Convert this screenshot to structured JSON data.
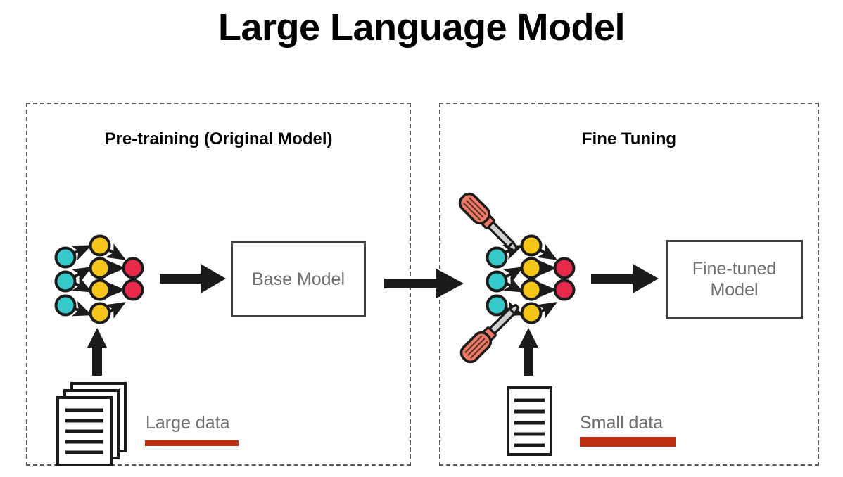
{
  "title": "Large Language Model",
  "panels": [
    {
      "id": "pretraining",
      "title": "Pre-training (Original Model)",
      "model_box_label": "Base Model",
      "data_label": "Large data",
      "data_doc_count": 3
    },
    {
      "id": "finetuning",
      "title": "Fine Tuning",
      "model_box_label": "Fine-tuned\nModel",
      "data_label": "Small data",
      "data_doc_count": 1
    }
  ],
  "network": {
    "layers": [
      {
        "name": "input-layer",
        "node_count": 3,
        "color": "#35c9c9"
      },
      {
        "name": "hidden-layer",
        "node_count": 4,
        "color": "#f5c518"
      },
      {
        "name": "output-layer",
        "node_count": 2,
        "color": "#e8294a"
      }
    ],
    "node_stroke": "#1b1b1b",
    "arrow_color": "#1b1b1b"
  },
  "tools": {
    "name": "screwdriver",
    "count": 2,
    "handle_color": "#f07a63",
    "handle_stroke": "#1b1b1b",
    "shaft_color": "#c9c9c9",
    "shaft_stroke": "#1b1b1b"
  },
  "flow_arrows": {
    "count": 5,
    "color": "#1b1b1b",
    "labels": [
      "network-to-base-model",
      "base-model-to-finetuning",
      "finetuned-network-to-model",
      "large-data-to-network",
      "small-data-to-network"
    ]
  },
  "colors": {
    "accent_red": "#bf2e11",
    "node_cyan": "#35c9c9",
    "node_yellow": "#f5c518",
    "node_crimson": "#e8294a",
    "box_border": "#3f3f3f",
    "box_text": "#6e6e6e",
    "panel_border": "#5a5a5a",
    "title_text": "#000000"
  },
  "document_icon": {
    "name": "document-stack-icon",
    "line_count": 5,
    "stroke": "#1b1b1b"
  }
}
